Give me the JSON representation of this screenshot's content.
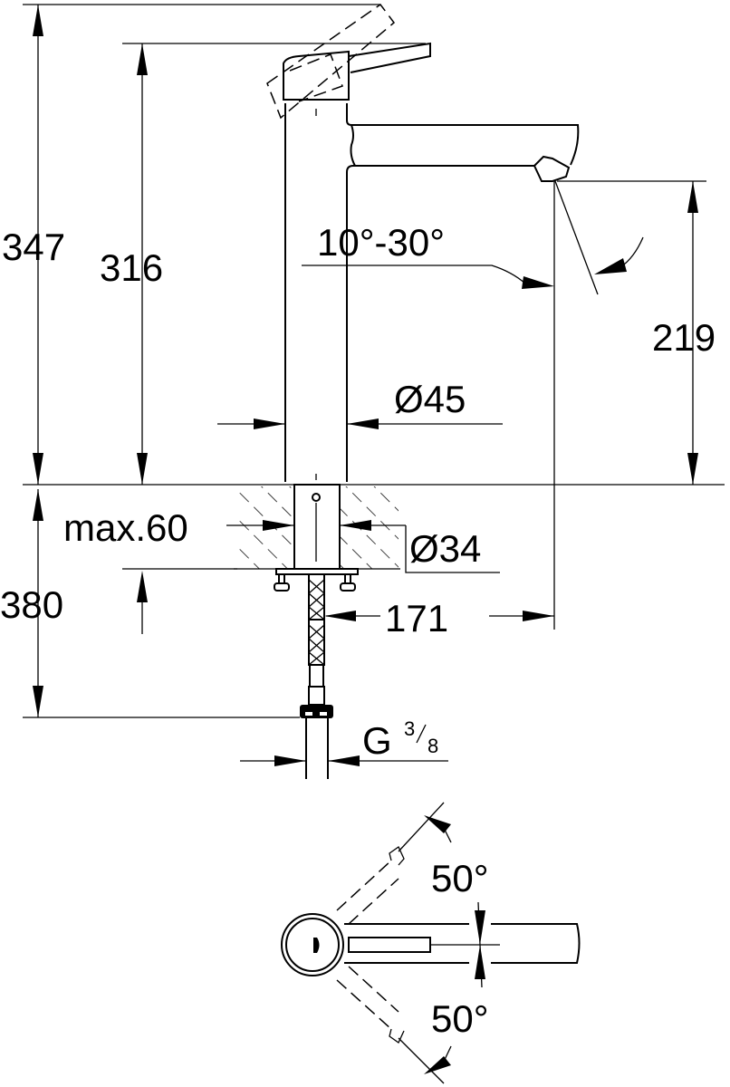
{
  "drawing": {
    "side_view": {
      "dimensions": {
        "total_height": "347",
        "lever_height": "316",
        "spout_height": "219",
        "lever_angle": "10°-30°",
        "body_diameter": "Ø45",
        "max_thickness": "max.60",
        "hole_diameter": "Ø34",
        "below_deck": "380",
        "spout_reach": "171",
        "connection": "G",
        "connection_fraction_num": "3",
        "connection_fraction_den": "8"
      }
    },
    "top_view": {
      "dimensions": {
        "swivel_left": "50°",
        "swivel_right": "50°"
      }
    },
    "colors": {
      "line": "#000000",
      "background": "#ffffff"
    }
  }
}
